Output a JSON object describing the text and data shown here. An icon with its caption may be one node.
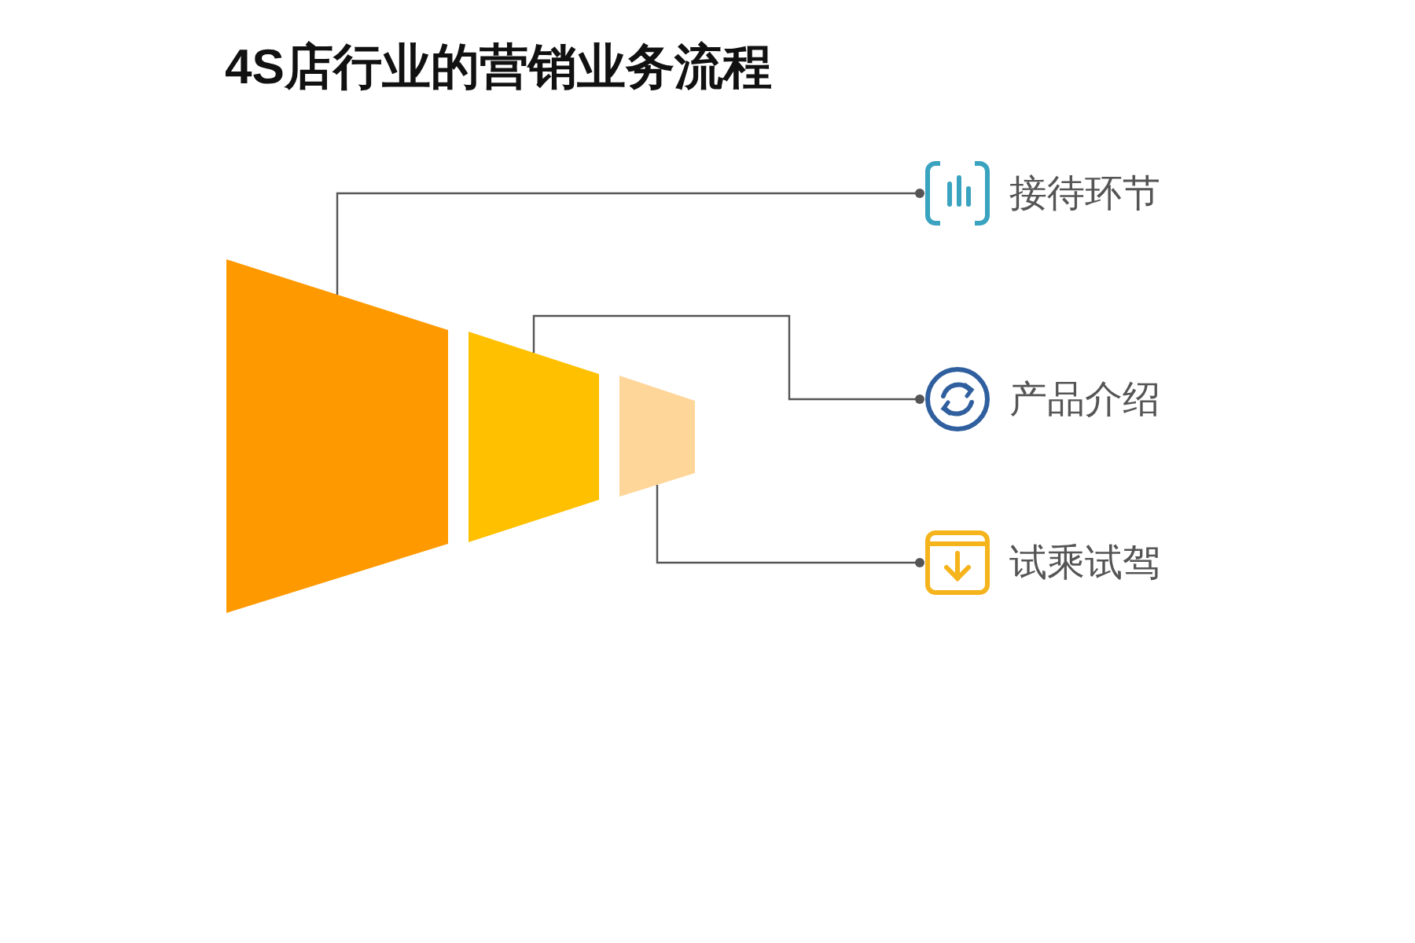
{
  "diagram": {
    "title": "4S店行业的营销业务流程",
    "nodes": [
      {
        "text": [],
        "shape": "trapezoid"
      },
      {
        "text": [],
        "shape": "trapezoid"
      },
      {
        "text": [],
        "shape": "trapezoid"
      },
      {
        "text": [
          "接待环节"
        ]
      },
      {
        "text": [
          "产品介绍"
        ]
      },
      {
        "text": [
          "试乘试驾"
        ]
      }
    ],
    "edges": [
      {
        "from": 0,
        "to": 3,
        "arrow": "other"
      },
      {
        "from": 1,
        "to": 4,
        "arrow": "other"
      },
      {
        "from": 2,
        "to": 5,
        "arrow": "other"
      }
    ]
  }
}
